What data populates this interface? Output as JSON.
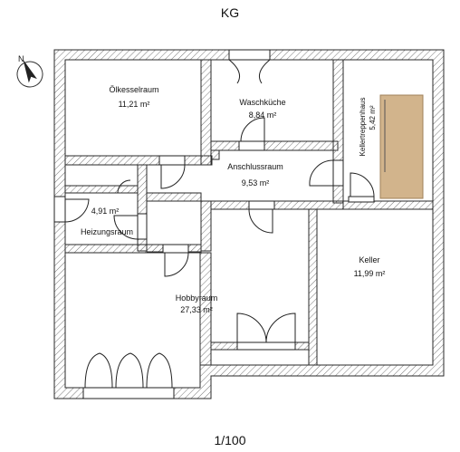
{
  "header": {
    "title": "KG"
  },
  "footer": {
    "scale": "1/100"
  },
  "compass": {
    "label": "N"
  },
  "rooms": {
    "oelkessel": {
      "name": "Ölkesselraum",
      "area": "11,21 m²"
    },
    "waschkueche": {
      "name": "Waschküche",
      "area": "8,84 m²"
    },
    "kellertreppenhaus": {
      "name": "Kellertreppenhaus",
      "area": "5,42 m²"
    },
    "anschluss": {
      "name": "Anschlussraum",
      "area": "9,53 m²"
    },
    "heizung": {
      "name": "Heizungsraum",
      "area": "4,91 m²"
    },
    "keller": {
      "name": "Keller",
      "area": "11,99 m²"
    },
    "hobby": {
      "name": "Hobbyraum",
      "area": "27,33 m²"
    }
  },
  "colors": {
    "wall": "#2a2a2a",
    "hatch": "#777777",
    "stairs": "#d2b48c"
  }
}
